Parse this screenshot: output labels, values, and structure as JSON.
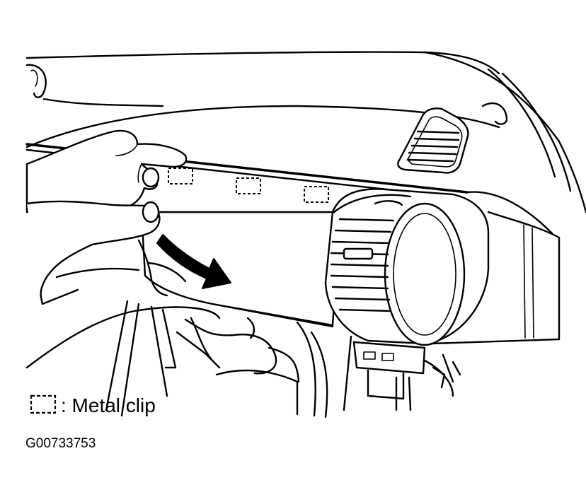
{
  "legend": {
    "symbol_icon": "dashed-rectangle",
    "label": ": Metal clip"
  },
  "figure_id": "G00733753",
  "colors": {
    "ink": "#000000",
    "background": "#ffffff"
  }
}
